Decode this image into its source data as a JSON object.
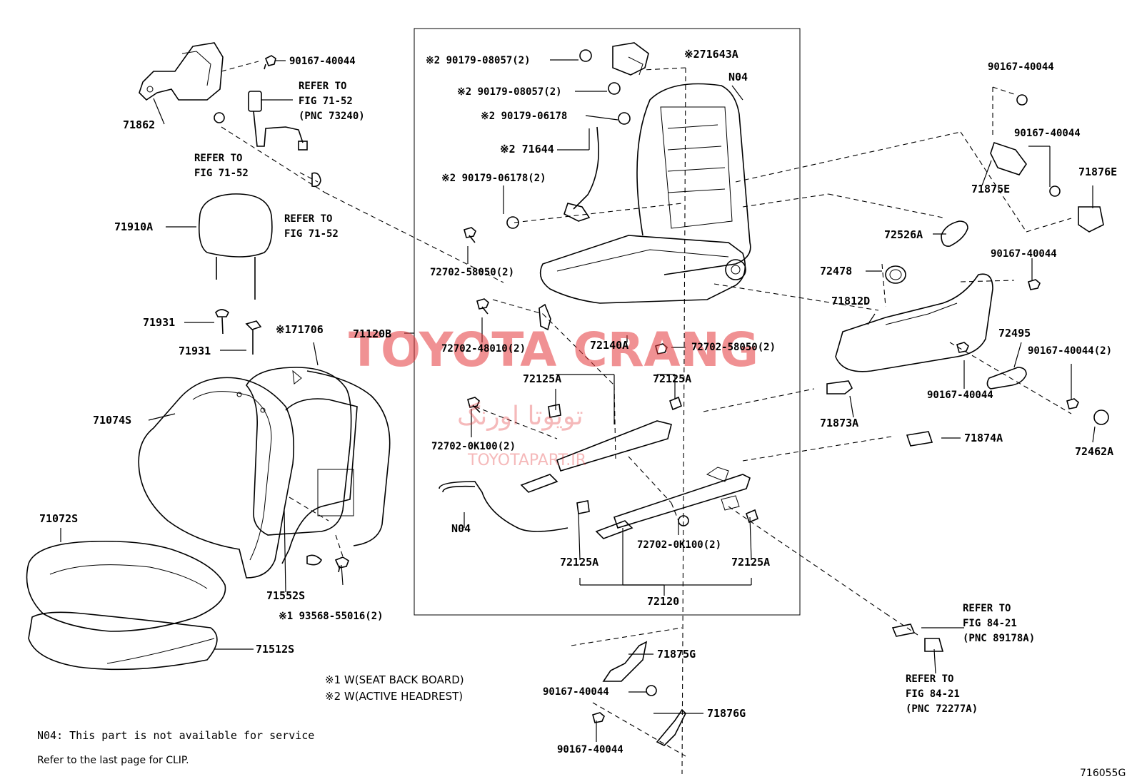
{
  "labels": {
    "p71862": "71862",
    "b90167_top": "90167-40044",
    "refer_top": "REFER TO",
    "refer_top2": "FIG 71-52",
    "refer_top3": "(PNC 73240)",
    "refer_l1": "REFER TO",
    "refer_l2": "FIG 71-52",
    "refer_m1": "REFER TO",
    "refer_m2": "FIG 71-52",
    "p71910a": "71910A",
    "p71931a": "71931",
    "p71931b": "71931",
    "p71706": "※171706",
    "p71120b": "71120B",
    "p71074s": "71074S",
    "p71072s": "71072S",
    "p71552s": "71552S",
    "p93568": "※1 93568-55016(2)",
    "p71512s": "71512S",
    "s90179_1": "※2 90179-08057(2)",
    "s90179_2": "※2 90179-08057(2)",
    "s90179_3": "※2 90179-06178",
    "p71644": "※2 71644",
    "s90179_4": "※2 90179-06178(2)",
    "p71643a": "※271643A",
    "n04_top": "N04",
    "b72702_58050_l": "72702-58050(2)",
    "b72702_48010": "72702-48010(2)",
    "p72140a": "72140A",
    "b72702_58050_r": "72702-58050(2)",
    "p72125a_1": "72125A",
    "p72125a_2": "72125A",
    "b72702_0k100_l": "72702-0K100(2)",
    "n04_bottom": "N04",
    "b72702_0k100_r": "72702-0K100(2)",
    "p72125a_3": "72125A",
    "p72125a_4": "72125A",
    "p72120": "72120",
    "p71875g": "71875G",
    "b90167_g1": "90167-40044",
    "p71876g": "71876G",
    "b90167_g2": "90167-40044",
    "b90167_r1": "90167-40044",
    "b90167_r2": "90167-40044",
    "p71875e": "71875E",
    "p71876e": "71876E",
    "p72526a": "72526A",
    "b90167_r3": "90167-40044",
    "p72478": "72478",
    "p71812d": "71812D",
    "p72495": "72495",
    "b90167_r4": "90167-40044(2)",
    "b90167_r5": "90167-40044",
    "p72462a": "72462A",
    "p71873a": "71873A",
    "p71874a": "71874A",
    "refer_b1": "REFER TO",
    "refer_b2": "FIG 84-21",
    "refer_b3": "(PNC 89178A)",
    "refer_c1": "REFER TO",
    "refer_c2": "FIG 84-21",
    "refer_c3": "(PNC 72277A)"
  },
  "notes": {
    "w1": "※1 W(SEAT BACK BOARD)",
    "w2": "※2 W(ACTIVE HEADREST)",
    "n04": "N04: This part is not available for service",
    "clip": "Refer to the last page for CLIP.",
    "fig_code": "716055G"
  },
  "watermark": {
    "main": "TOYOTA CRANG",
    "persian": "تویوتا اورنگ",
    "site": "TOYOTAPART.IR",
    "color": "#e4383b"
  }
}
